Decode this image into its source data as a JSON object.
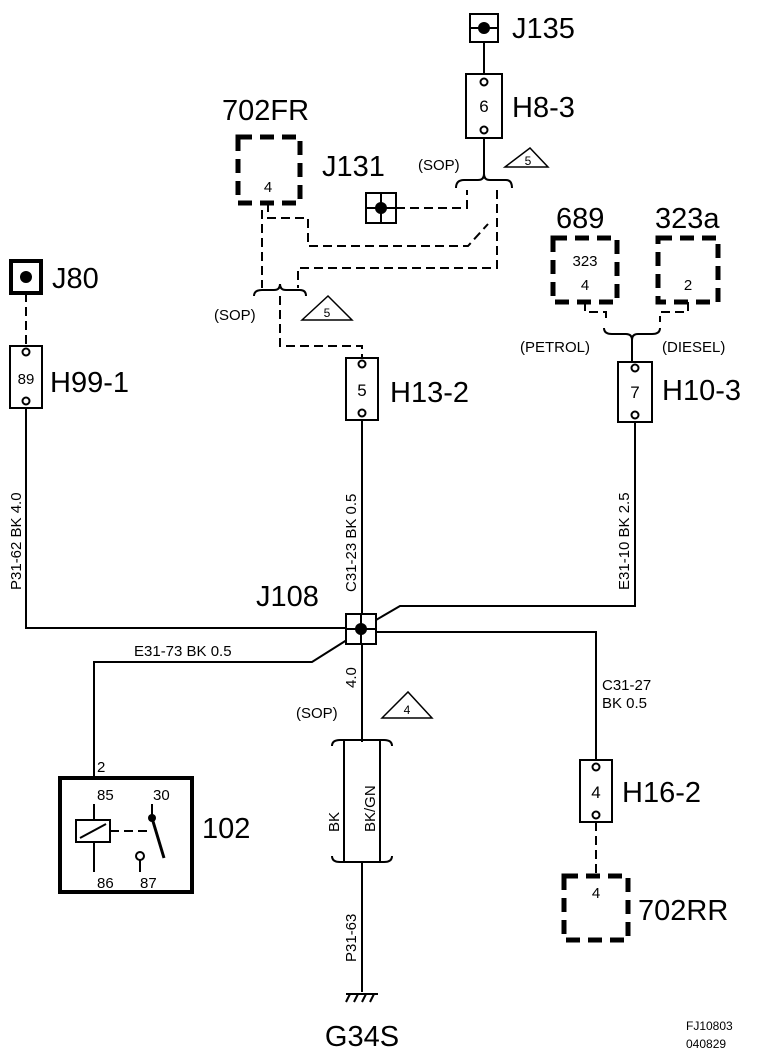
{
  "components": {
    "j135": "J135",
    "h8_3": "H8-3",
    "h8_3_pin": "6",
    "c702fr": "702FR",
    "c702fr_pin": "4",
    "j131": "J131",
    "sop": "(SOP)",
    "c689": "689",
    "c689_inner": "323",
    "c689_pin": "4",
    "c323a": "323a",
    "c323a_pin": "2",
    "j80": "J80",
    "h99_1": "H99-1",
    "h99_1_pin": "89",
    "h13_2": "H13-2",
    "h13_2_pin": "5",
    "petrol": "(PETROL)",
    "diesel": "(DIESEL)",
    "h10_3": "H10-3",
    "h10_3_pin": "7",
    "j108": "J108",
    "relay": "102",
    "relay_pin2": "2",
    "relay_85": "85",
    "relay_30": "30",
    "relay_86": "86",
    "relay_87": "87",
    "h16_2": "H16-2",
    "h16_2_pin": "4",
    "c702rr": "702RR",
    "c702rr_pin": "4",
    "g34s": "G34S"
  },
  "notes": {
    "tri5a": "5",
    "tri5b": "5",
    "tri4": "4"
  },
  "wires": {
    "p31_62": "P31-62  BK  4.0",
    "c31_23": "C31-23  BK  0.5",
    "e31_10": "E31-10  BK  2.5",
    "e31_73": "E31-73  BK     0.5",
    "w40": "4.0",
    "c31_27_a": "C31-27",
    "c31_27_b": "BK    0.5",
    "bk": "BK",
    "bkgn": "BK/GN",
    "p31_63": "P31-63"
  },
  "footer": {
    "code1": "FJ10803",
    "code2": "040829"
  }
}
